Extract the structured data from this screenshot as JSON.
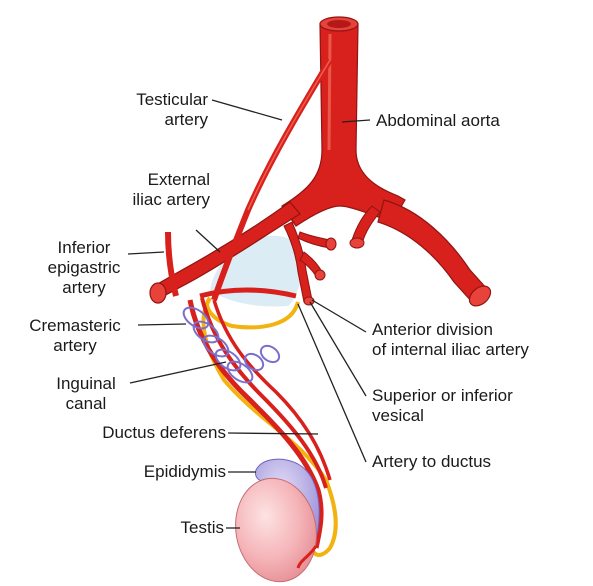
{
  "labels": {
    "testicular_artery": "Testicular\nartery",
    "abdominal_aorta": "Abdominal aorta",
    "external_iliac_artery": "External\niliac artery",
    "inferior_epigastric_artery": "Inferior\nepigastric\nartery",
    "cremasteric_artery": "Cremasteric\nartery",
    "inguinal_canal": "Inguinal\ncanal",
    "ductus_deferens": "Ductus deferens",
    "epididymis": "Epididymis",
    "testis": "Testis",
    "anterior_division": "Anterior division\nof internal iliac artery",
    "vesical": "Superior or inferior\nvesical",
    "artery_to_ductus": "Artery to ductus"
  },
  "colors": {
    "artery": "#d8201c",
    "artery_dark": "#8f1512",
    "artery_highlight": "#f2705e",
    "ductus": "#f2b20f",
    "canal": "#7a6fcf",
    "epididymis": "#b9b0e6",
    "testis": "#f6b8bb",
    "bladder": "#dcecf4",
    "leader": "#222222"
  }
}
